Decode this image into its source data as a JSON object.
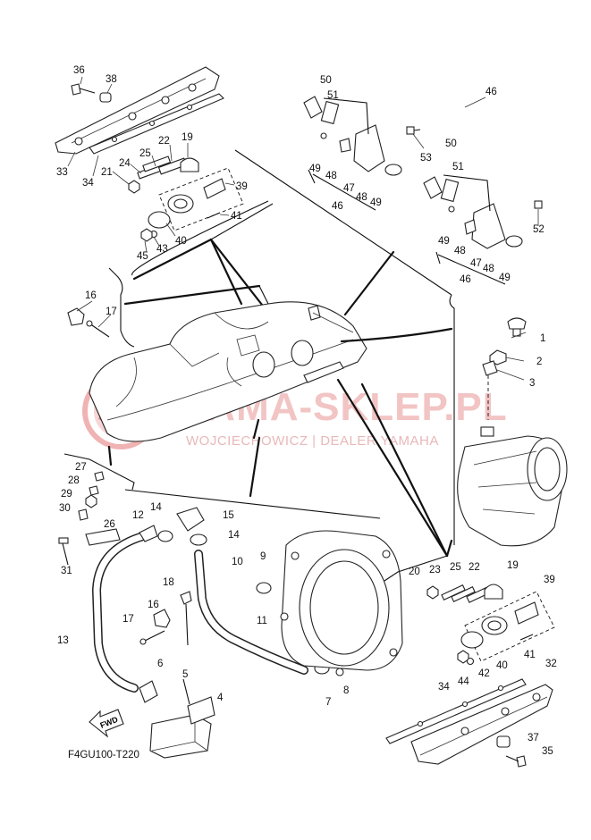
{
  "diagram_code": "F4GU100-T220",
  "fwd_label": "FWD",
  "watermark": {
    "title": "YAMA-SKLEP.PL",
    "subtitle": "WOJCIECHOWICZ | DEALER YAMAHA",
    "logo_color": "#e46a6a"
  },
  "callouts": {
    "c1": "1",
    "c2": "2",
    "c3": "3",
    "c4": "4",
    "c5": "5",
    "c6": "6",
    "c7": "7",
    "c8": "8",
    "c9": "9",
    "c10": "10",
    "c11": "11",
    "c12": "12",
    "c13": "13",
    "c14a": "14",
    "c14b": "14",
    "c15": "15",
    "c16a": "16",
    "c16b": "16",
    "c17a": "17",
    "c17b": "17",
    "c18": "18",
    "c19a": "19",
    "c19b": "19",
    "c20": "20",
    "c21": "21",
    "c22a": "22",
    "c22b": "22",
    "c23": "23",
    "c24": "24",
    "c25a": "25",
    "c25b": "25",
    "c26": "26",
    "c27": "27",
    "c28": "28",
    "c29": "29",
    "c30": "30",
    "c31": "31",
    "c32": "32",
    "c33": "33",
    "c34a": "34",
    "c34b": "34",
    "c35": "35",
    "c36": "36",
    "c37": "37",
    "c38": "38",
    "c39a": "39",
    "c39b": "39",
    "c40a": "40",
    "c40b": "40",
    "c41a": "41",
    "c41b": "41",
    "c42": "42",
    "c43": "43",
    "c44": "44",
    "c45": "45",
    "c46a": "46",
    "c46b": "46",
    "c46c": "46",
    "c47a": "47",
    "c47b": "47",
    "c48a": "48",
    "c48b": "48",
    "c48c": "48",
    "c49a": "49",
    "c49b": "49",
    "c49c": "49",
    "c49d": "49",
    "c50a": "50",
    "c50b": "50",
    "c51a": "51",
    "c51b": "51",
    "c52": "52",
    "c53": "53"
  }
}
